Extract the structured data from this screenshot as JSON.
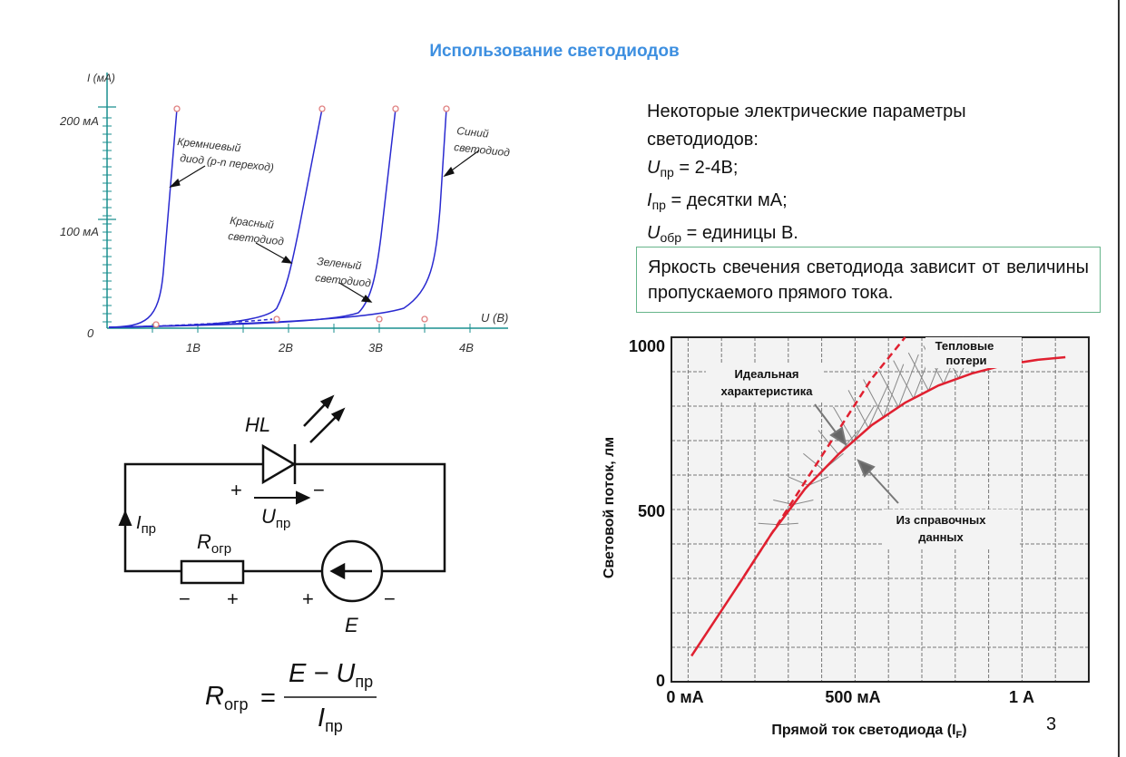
{
  "title": "Использование светодиодов",
  "params": {
    "heading_line1": "Некоторые электрические параметры",
    "heading_line2": "светодиодов:",
    "u_symbol": "U",
    "u_sub": "пр",
    "u_value": " = 2-4В;",
    "i_symbol": "I",
    "i_sub": "пр",
    "i_value": " = десятки мА;",
    "ur_symbol": "U",
    "ur_sub": "обр",
    "ur_value": " = единицы В."
  },
  "note": "Яркость свечения светодиода зависит от величины пропускаемого прямого тока.",
  "page_number": "3",
  "iv_chart": {
    "y_axis_label": "I (мА)",
    "x_axis_label": "U (В)",
    "y_ticks": [
      "200 мА",
      "100 мА",
      "0"
    ],
    "x_ticks": [
      "1В",
      "2В",
      "3В",
      "4В"
    ],
    "curve_labels": {
      "silicon_1": "Кремниевый",
      "silicon_2": "диод (p-n переход)",
      "red_1": "Красный",
      "red_2": "светодиод",
      "green_1": "Зеленый",
      "green_2": "светодиод",
      "blue_1": "Синий",
      "blue_2": "светодиод"
    },
    "colors": {
      "curve": "#2a2ad0",
      "axis": "#1a8f8f",
      "marker": "#e08080"
    }
  },
  "circuit": {
    "hl": "HL",
    "plus": "+",
    "minus": "−",
    "u_label": "U",
    "u_sub": "пр",
    "i_label": "I",
    "i_sub": "пр",
    "r_label": "R",
    "r_sub": "огр",
    "e_label": "E"
  },
  "formula": {
    "lhs": "R",
    "lhs_sub": "огр",
    "eq": "=",
    "num": "E − U",
    "num_sub": "пр",
    "den": "I",
    "den_sub": "пр"
  },
  "chart_data": {
    "type": "line",
    "title": "",
    "xlabel": "Прямой ток светодиода (I",
    "xlabel_sub": "F",
    "xlabel_end": ")",
    "ylabel": "Световой поток, лм",
    "x_tick_labels": [
      "0 мА",
      "500 мА",
      "1 А"
    ],
    "y_tick_labels": [
      "1000",
      "500",
      "0"
    ],
    "xlim": [
      0,
      1250
    ],
    "ylim": [
      0,
      1000
    ],
    "grid": true,
    "annotations": {
      "ideal_1": "Идеальная",
      "ideal_2": "характеристика",
      "thermal_1": "Тепловые",
      "thermal_2": "потери",
      "ref_1": "Из справочных",
      "ref_2": "данных"
    },
    "series": [
      {
        "style": "solid",
        "color": "#e02030",
        "x": [
          60,
          200,
          300,
          400,
          500,
          600,
          700,
          800,
          900,
          1000,
          1100,
          1180
        ],
        "y": [
          75,
          280,
          430,
          560,
          660,
          745,
          810,
          860,
          895,
          920,
          935,
          942
        ]
      },
      {
        "style": "dashed",
        "color": "#e02030",
        "x": [
          200,
          300,
          400,
          500,
          600,
          700
        ],
        "y": [
          280,
          430,
          580,
          730,
          880,
          1000
        ]
      }
    ]
  }
}
